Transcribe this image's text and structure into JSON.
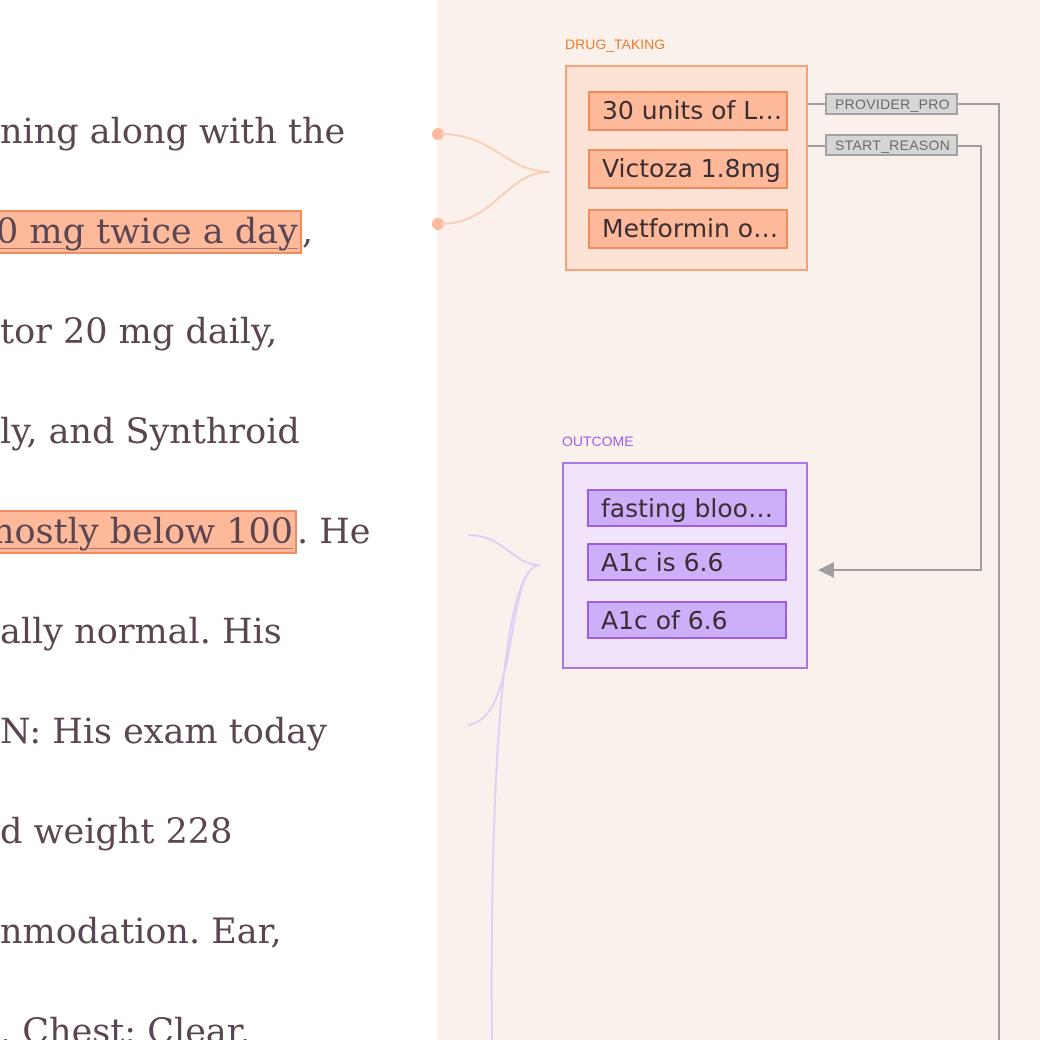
{
  "document": {
    "lines": [
      {
        "pre": "ning along with the",
        "hl": "",
        "post": ""
      },
      {
        "pre": "",
        "hl": "0 mg twice a day",
        "post": ","
      },
      {
        "pre": "tor 20 mg daily,",
        "hl": "",
        "post": ""
      },
      {
        "pre": "ly, and Synthroid",
        "hl": "",
        "post": ""
      },
      {
        "pre": "",
        "hl": "nostly below 100",
        "post": ". He"
      },
      {
        "pre": "ally normal. His",
        "hl": "",
        "post": ""
      },
      {
        "pre": "N:  His exam today",
        "hl": "",
        "post": ""
      },
      {
        "pre": "d weight 228",
        "hl": "",
        "post": ""
      },
      {
        "pre": "nmodation. Ear,",
        "hl": "",
        "post": ""
      },
      {
        "pre": ". Chest:  Clear.",
        "hl": "",
        "post": ""
      }
    ]
  },
  "groups": {
    "drug_taking": {
      "label": "DRUG_TAKING",
      "color": "#f07a30",
      "entities": [
        "30 units of L…",
        "Victoza 1.8mg",
        "Metformin of…"
      ]
    },
    "outcome": {
      "label": "OUTCOME",
      "color": "#9b5fe0",
      "entities": [
        "fasting blood…",
        "A1c is 6.6",
        "A1c of 6.6"
      ]
    }
  },
  "relations": [
    {
      "label": "PROVIDER_PRO"
    },
    {
      "label": "START_REASON"
    }
  ]
}
